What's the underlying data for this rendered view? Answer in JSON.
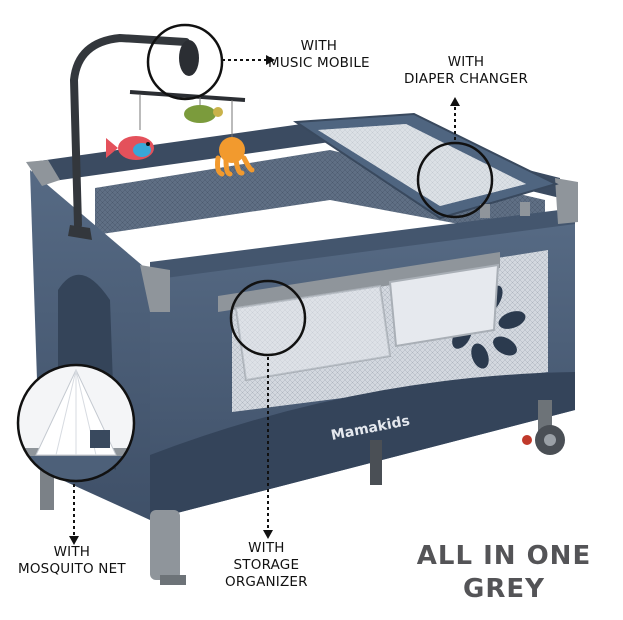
{
  "callouts": {
    "music_mobile": [
      "WITH",
      "MUSIC MOBILE"
    ],
    "diaper_changer": [
      "WITH",
      "DIAPER CHANGER"
    ],
    "mosquito_net": [
      "WITH",
      "MOSQUITO NET"
    ],
    "storage_organizer": [
      "WITH",
      "STORAGE",
      "ORGANIZER"
    ]
  },
  "brand_label": "Mamakids",
  "headline": [
    "ALL IN ONE",
    "GREY"
  ],
  "colors": {
    "fabric": "#4d6079",
    "fabric_dark": "#2f3e52",
    "frame": "#8f959b",
    "mesh": "#d6dae0",
    "headline_text": "#545457",
    "fish_toy": "#e4515b",
    "octopus_toy": "#f29a2e",
    "turtle_toy": "#7b9b3c"
  }
}
